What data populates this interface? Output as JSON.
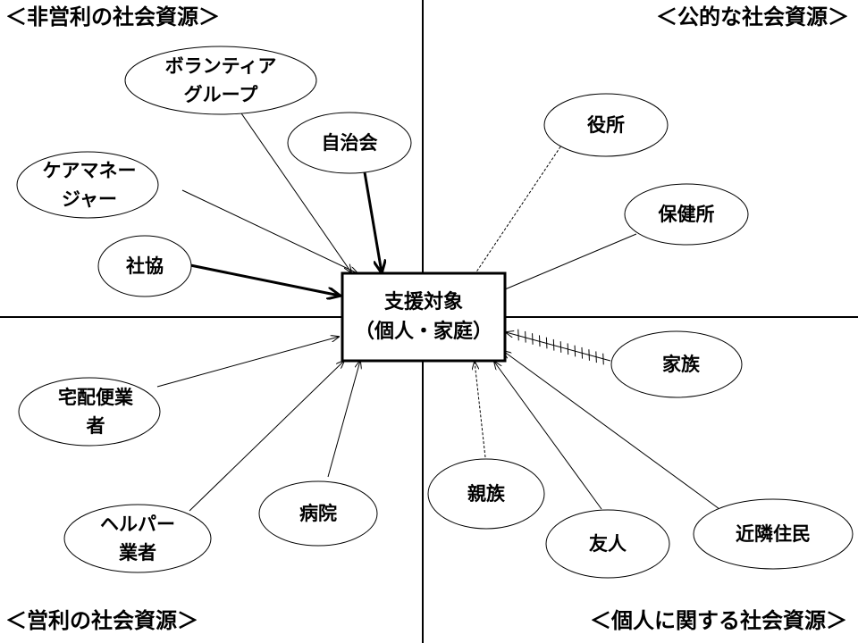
{
  "quadrants": {
    "top_left": "＜非営利の社会資源＞",
    "top_right": "＜公的な社会資源＞",
    "bottom_left": "＜営利の社会資源＞",
    "bottom_right": "＜個人に関する社会資源＞"
  },
  "center": {
    "line1": "支援対象",
    "line2": "（個人・家庭）"
  },
  "nodes": {
    "volunteer": {
      "line1": "ボランティア",
      "line2": "グループ"
    },
    "jichikai": {
      "line1": "自治会"
    },
    "caremanager": {
      "line1": "ケアマネー",
      "line2": "ジャー"
    },
    "shakyo": {
      "line1": "社協"
    },
    "yakusho": {
      "line1": "役所"
    },
    "hokenjo": {
      "line1": "保健所"
    },
    "kazoku": {
      "line1": "家族"
    },
    "takuhai": {
      "line1": "宅配便業",
      "line2": "者"
    },
    "helper": {
      "line1": "ヘルパー",
      "line2": "業者"
    },
    "byoin": {
      "line1": "病院"
    },
    "shinzoku": {
      "line1": "親族"
    },
    "yujin": {
      "line1": "友人"
    },
    "kinrin": {
      "line1": "近隣住民"
    }
  }
}
